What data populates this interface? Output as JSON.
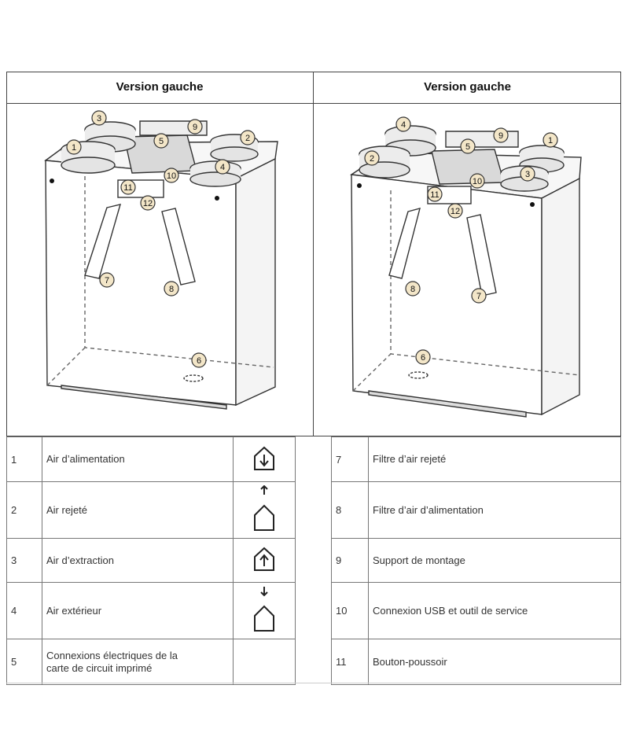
{
  "left_panel": {
    "title": "Version gauche",
    "callouts": [
      "1",
      "2",
      "3",
      "4",
      "5",
      "6",
      "7",
      "8",
      "9",
      "10",
      "11",
      "12"
    ]
  },
  "right_panel": {
    "title": "Version gauche",
    "callouts": [
      "1",
      "2",
      "3",
      "4",
      "5",
      "6",
      "7",
      "8",
      "9",
      "10",
      "11",
      "12"
    ]
  },
  "legend_left": [
    {
      "num": "1",
      "label": "Air d’alimentation",
      "icon": "house-arrow-down-inside-icon"
    },
    {
      "num": "2",
      "label": "Air rejeté",
      "icon": "house-arrow-up-above-icon"
    },
    {
      "num": "3",
      "label": "Air d’extraction",
      "icon": "house-arrow-up-inside-icon"
    },
    {
      "num": "4",
      "label": "Air extérieur",
      "icon": "house-arrow-down-above-icon"
    },
    {
      "num": "5",
      "label_line1": "Connexions électriques de la",
      "label_line2": "carte de circuit imprimé"
    }
  ],
  "legend_right": [
    {
      "num": "7",
      "label": "Filtre d’air rejeté"
    },
    {
      "num": "8",
      "label": "Filtre d’air d’alimentation"
    },
    {
      "num": "9",
      "label": "Support de montage"
    },
    {
      "num": "10",
      "label": "Connexion USB et outil de service"
    },
    {
      "num": "11",
      "label": "Bouton-poussoir"
    }
  ],
  "colors": {
    "callout_fill": "#f3e6c8",
    "border": "#444444"
  }
}
